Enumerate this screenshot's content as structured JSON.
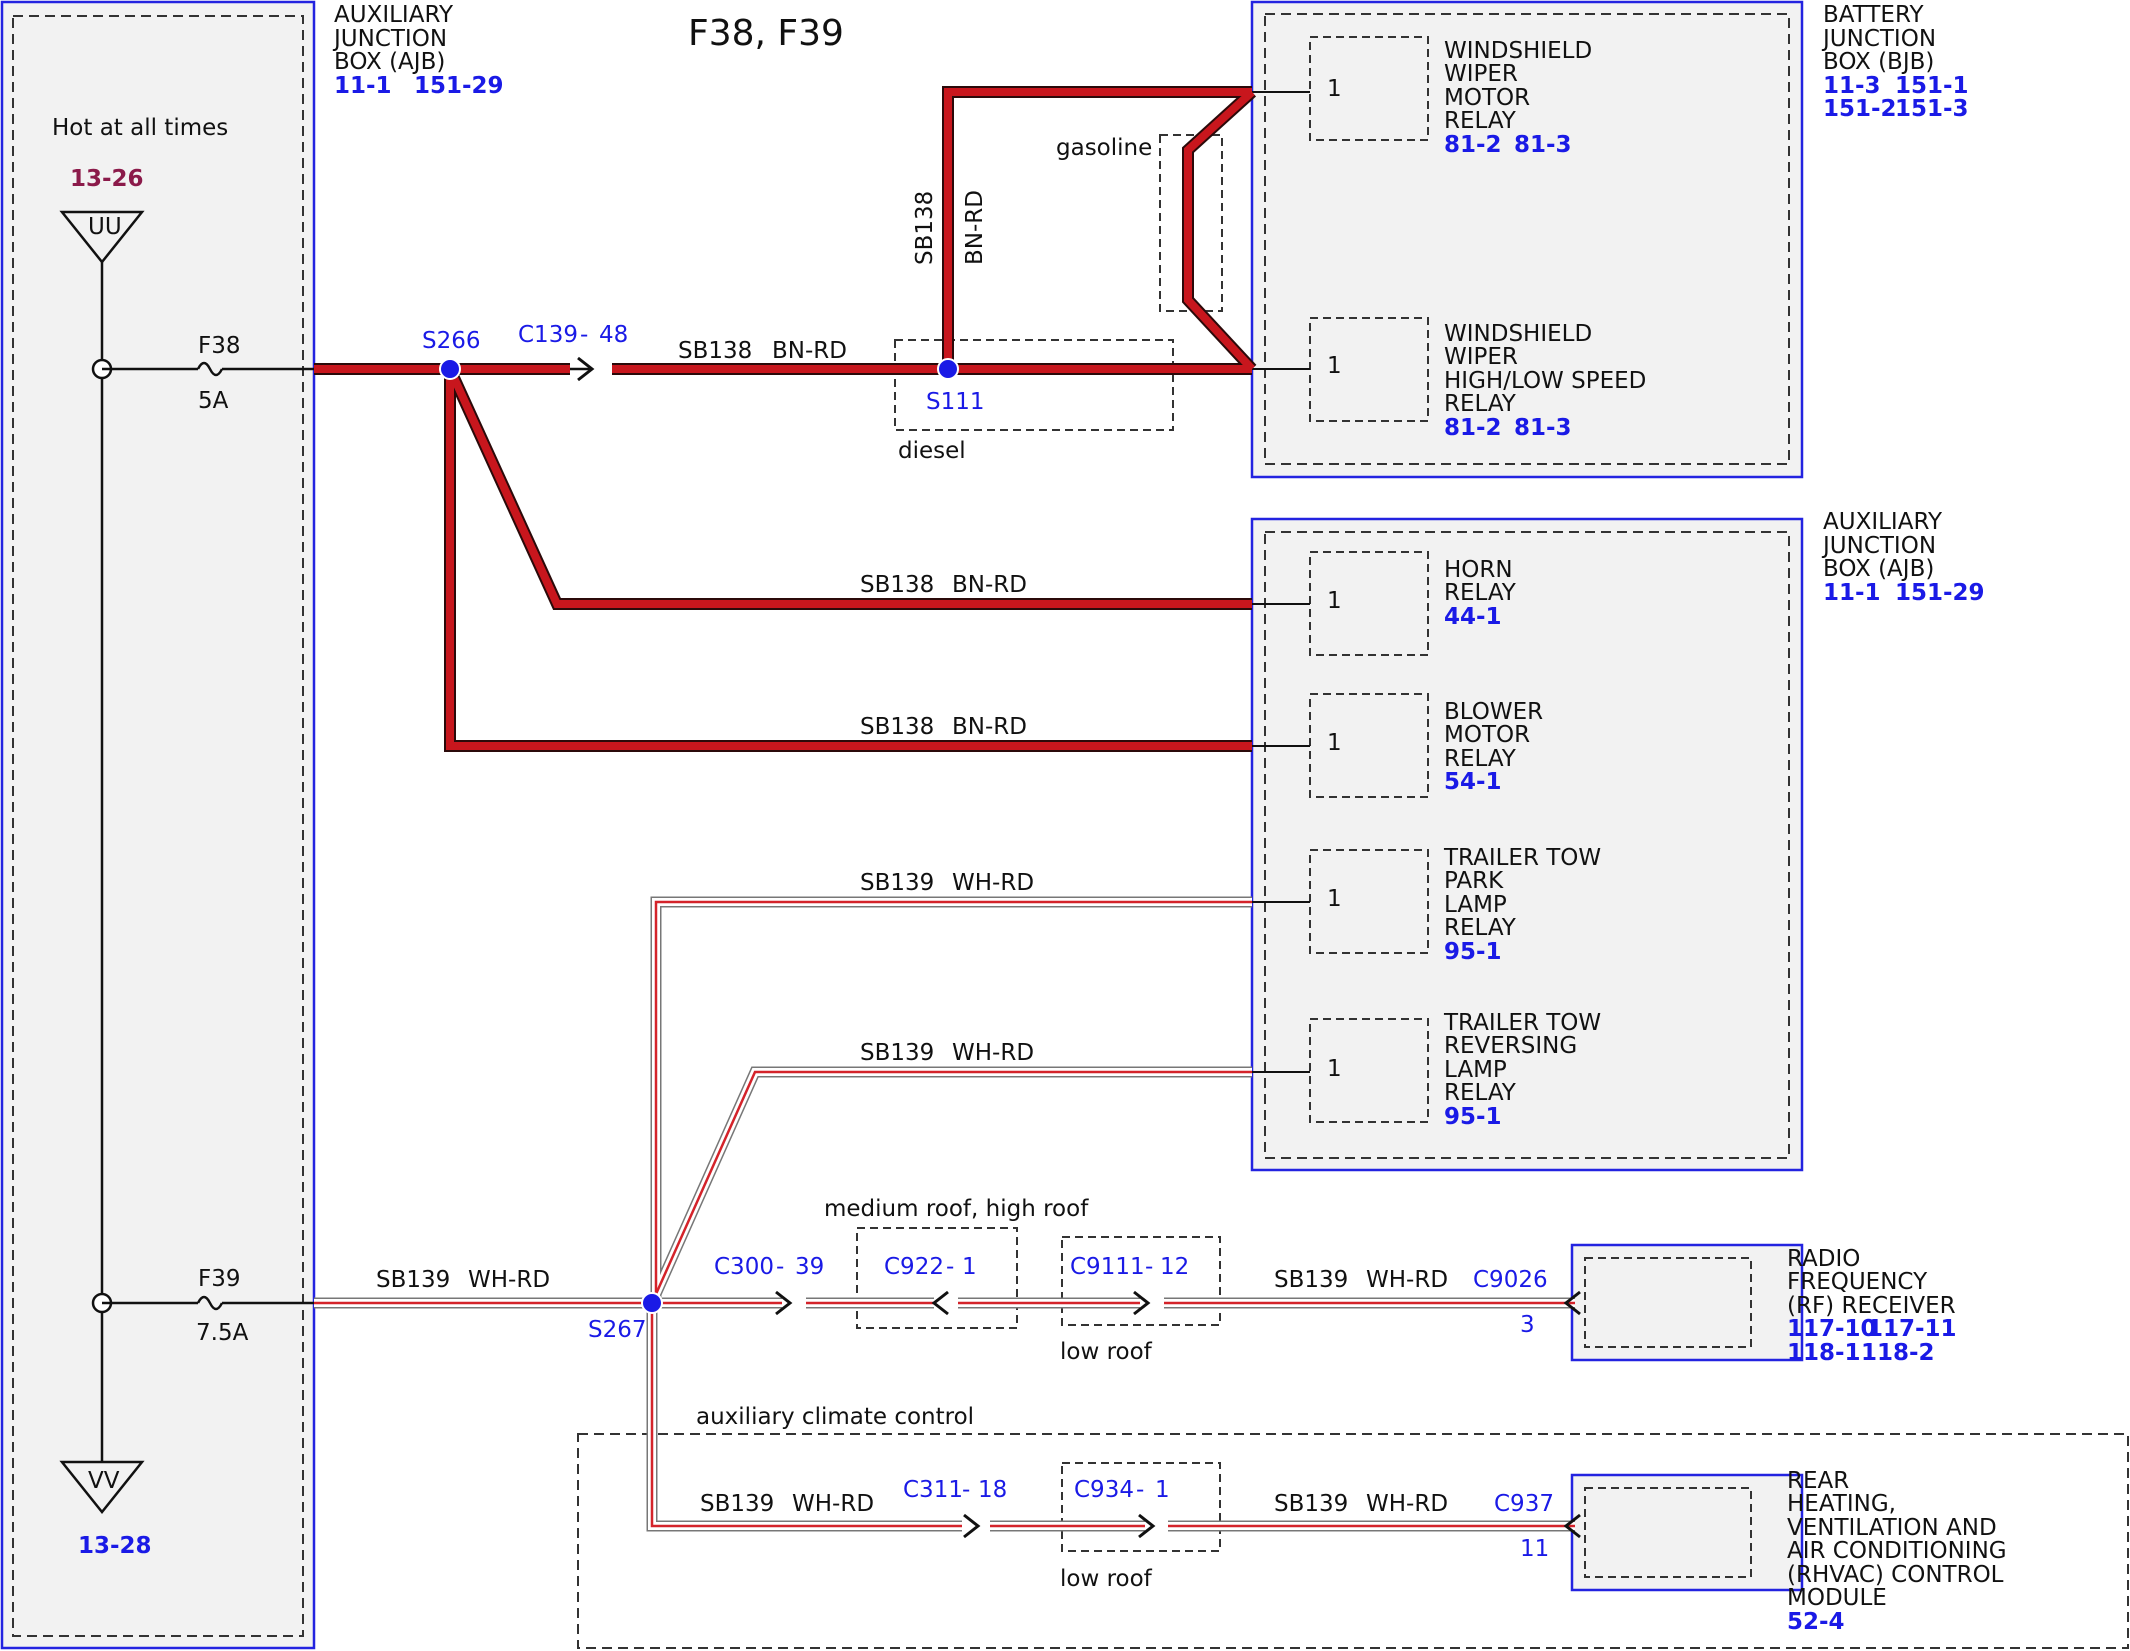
{
  "title": "F38, F39",
  "colors": {
    "wire_bn_rd": "#c8161d",
    "blue": "#1a1ae6",
    "maroon": "#8b1a4a",
    "box_fill": "#f2f2f2"
  },
  "left_box": {
    "name": [
      "AUXILIARY",
      "JUNCTION",
      "BOX (AJB)"
    ],
    "refs": [
      "11-1",
      "151-29"
    ],
    "hot_label": "Hot at all times",
    "top_ref": "13-26",
    "top_connector": "UU",
    "bottom_connector": "VV",
    "bottom_ref": "13-28",
    "fuses": [
      {
        "name": "F38",
        "rating": "5A"
      },
      {
        "name": "F39",
        "rating": "7.5A"
      }
    ]
  },
  "splices": {
    "s266": "S266",
    "s111": "S111",
    "s267": "S267"
  },
  "connectors": {
    "c139": "C139",
    "c139_pin": "48",
    "c300": "C300",
    "c300_pin": "39",
    "c922": "C922",
    "c922_pin": "1",
    "c9111": "C9111",
    "c9111_pin": "12",
    "c9026": "C9026",
    "c9026_pin": "3",
    "c311": "C311",
    "c311_pin": "18",
    "c934": "C934",
    "c934_pin": "1",
    "c937": "C937",
    "c937_pin": "11",
    "dash": "-"
  },
  "wires": {
    "sb138": "SB138",
    "bn_rd": "BN-RD",
    "sb139": "SB139",
    "wh_rd": "WH-RD"
  },
  "options": {
    "gasoline": "gasoline",
    "diesel": "diesel",
    "roof": "medium roof, high roof",
    "low_roof": "low roof",
    "aux_climate": "auxiliary climate control"
  },
  "bjb": {
    "name": [
      "BATTERY",
      "JUNCTION",
      "BOX (BJB)"
    ],
    "refs_row1": [
      "11-3",
      "151-1"
    ],
    "refs_row2": [
      "151-2",
      "151-3"
    ],
    "relays": [
      {
        "pin": "1",
        "name": [
          "WINDSHIELD",
          "WIPER",
          "MOTOR",
          "RELAY"
        ],
        "refs": [
          "81-2",
          "81-3"
        ]
      },
      {
        "pin": "1",
        "name": [
          "WINDSHIELD",
          "WIPER",
          "HIGH/LOW SPEED",
          "RELAY"
        ],
        "refs": [
          "81-2",
          "81-3"
        ]
      }
    ]
  },
  "ajb2": {
    "name": [
      "AUXILIARY",
      "JUNCTION",
      "BOX (AJB)"
    ],
    "refs": [
      "11-1",
      "151-29"
    ],
    "relays": [
      {
        "pin": "1",
        "name": [
          "HORN",
          "RELAY"
        ],
        "refs": [
          "44-1"
        ]
      },
      {
        "pin": "1",
        "name": [
          "BLOWER",
          "MOTOR",
          "RELAY"
        ],
        "refs": [
          "54-1"
        ]
      },
      {
        "pin": "1",
        "name": [
          "TRAILER TOW",
          "PARK",
          "LAMP",
          "RELAY"
        ],
        "refs": [
          "95-1"
        ]
      },
      {
        "pin": "1",
        "name": [
          "TRAILER TOW",
          "REVERSING",
          "LAMP",
          "RELAY"
        ],
        "refs": [
          "95-1"
        ]
      }
    ]
  },
  "rf_receiver": {
    "name": [
      "RADIO",
      "FREQUENCY",
      "(RF) RECEIVER"
    ],
    "refs_row1": [
      "117-10",
      "117-11"
    ],
    "refs_row2": [
      "118-1",
      "118-2"
    ]
  },
  "rhvac": {
    "name": [
      "REAR",
      "HEATING,",
      "VENTILATION AND",
      "AIR CONDITIONING",
      "(RHVAC) CONTROL",
      "MODULE"
    ],
    "refs": [
      "52-4"
    ]
  }
}
